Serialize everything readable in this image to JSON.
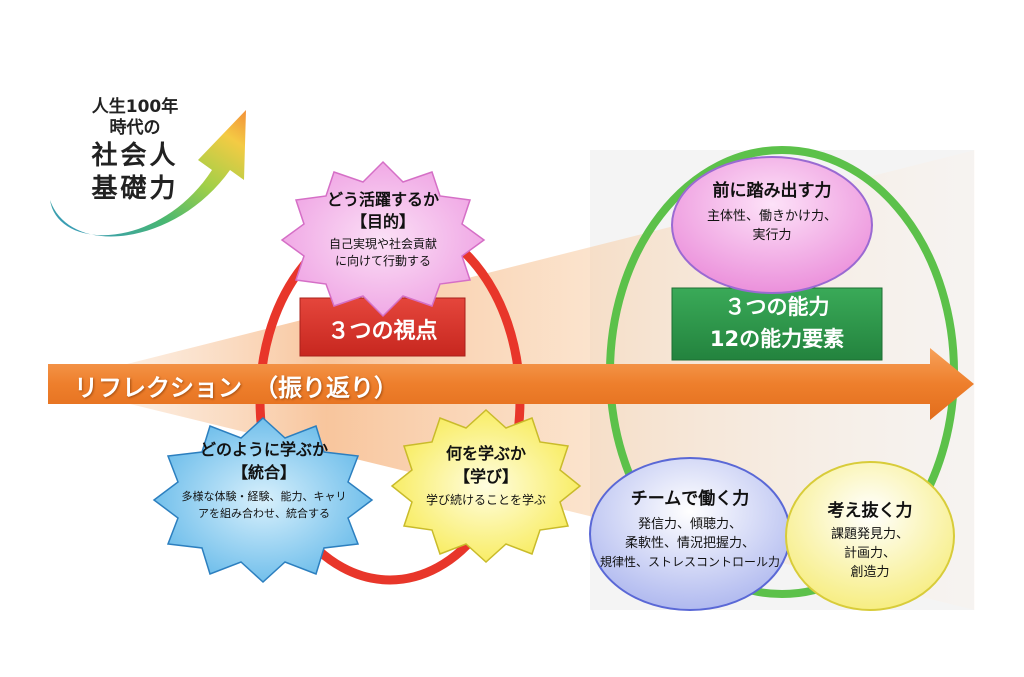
{
  "logo": {
    "line1": "人生100年",
    "line2": "時代の",
    "line3": "社会人",
    "line4": "基礎力"
  },
  "arrow": {
    "label": "リフレクション　（振り返り）"
  },
  "viewpoints": {
    "title": "３つの視点",
    "purpose": {
      "title": "どう活躍するか",
      "subtitle": "【目的】",
      "desc1": "自己実現や社会貢献",
      "desc2": "に向けて行動する"
    },
    "integration": {
      "title": "どのように学ぶか",
      "subtitle": "【統合】",
      "desc1": "多様な体験・経験、能力、キャリ",
      "desc2": "アを組み合わせ、統合する"
    },
    "learning": {
      "title": "何を学ぶか",
      "subtitle": "【学び】",
      "desc1": "学び続けることを学ぶ"
    }
  },
  "abilities": {
    "title1": "３つの能力",
    "title2": "12の能力要素",
    "step_forward": {
      "title": "前に踏み出す力",
      "desc1": "主体性、働きかけ力、",
      "desc2": "実行力"
    },
    "teamwork": {
      "title": "チームで働く力",
      "desc1": "発信力、傾聴力、",
      "desc2": "柔軟性、情況把握力、",
      "desc3": "規律性、ストレスコントロール力"
    },
    "thinking": {
      "title": "考え抜く力",
      "desc1": "課題発見力、",
      "desc2": "計画力、",
      "desc3": "創造力"
    }
  },
  "colors": {
    "arrow": "#ee8a3a",
    "red_ring": "#e8362a",
    "green_ring": "#5cc14a",
    "red_box": "#d9342b",
    "green_box": "#2f9a4c",
    "pink": "#f2a2e6",
    "blue": "#7cc6ee",
    "yellow": "#faf27a",
    "lavender": "#bcc3f2",
    "pale_yellow": "#fbf6a4"
  }
}
